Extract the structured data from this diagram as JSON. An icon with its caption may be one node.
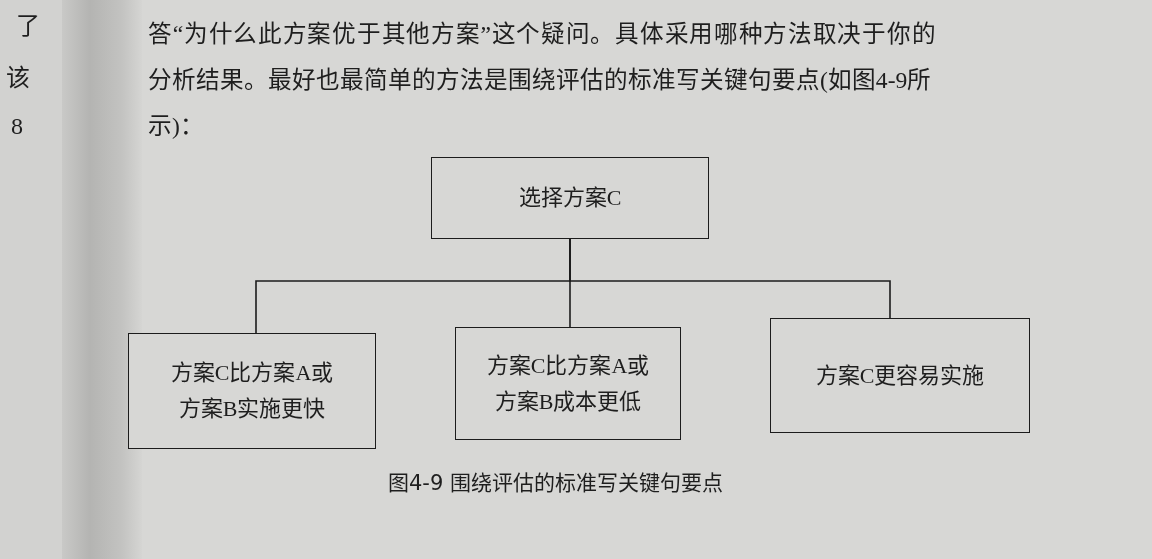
{
  "diagram": {
    "caption": "图4-9 围绕评估的标准写关键句要点",
    "nodes": [
      {
        "text": [
          "选择方案C"
        ]
      },
      {
        "text": [
          "方案C比方案A或方案B实施更快"
        ]
      },
      {
        "text": [
          "方案C比方案A或方案B成本更低"
        ]
      },
      {
        "text": [
          "方案C更容易实施"
        ]
      }
    ],
    "edges": [
      {
        "from": 0,
        "to": 1,
        "arrow": "none"
      },
      {
        "from": 0,
        "to": 2,
        "arrow": "none"
      },
      {
        "from": 0,
        "to": 3,
        "arrow": "none"
      }
    ],
    "labels": [
      "了",
      "该",
      "8",
      "答“为什么此方案优于其他方案”这个疑问。具体采用哪种方法取决于你的分析结果。最好也最简单的方法是围绕评估的标准写关键句要点(如图4-9所示)："
    ]
  }
}
